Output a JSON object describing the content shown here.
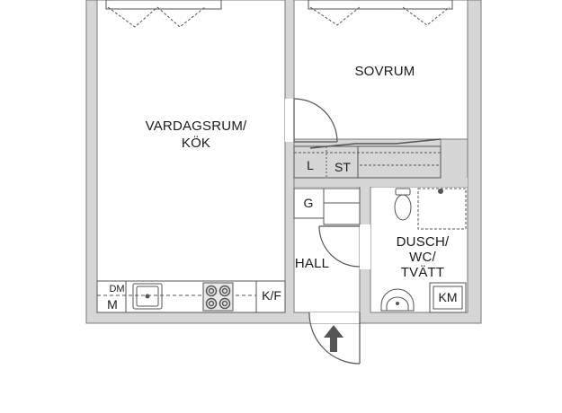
{
  "rooms": {
    "vardagsrum_line1": "VARDAGSRUM/",
    "vardagsrum_line2": "KÖK",
    "sovrum": "SOVRUM",
    "hall": "HALL",
    "dusch_line1": "DUSCH/",
    "dusch_line2": "WC/",
    "dusch_line3": "TVÄTT"
  },
  "fixtures": {
    "wardrobe_l": "L",
    "wardrobe_st": "ST",
    "garderob": "G",
    "kyl_frys": "K/F",
    "diskmaskin": "DM",
    "mikro": "M",
    "kombimaskin": "KM"
  },
  "colors": {
    "wall_fill": "#d6d6d6",
    "wall_stroke": "#7a7a7a",
    "floor": "#ffffff",
    "line": "#444444",
    "entrance_arrow": "#555555"
  }
}
